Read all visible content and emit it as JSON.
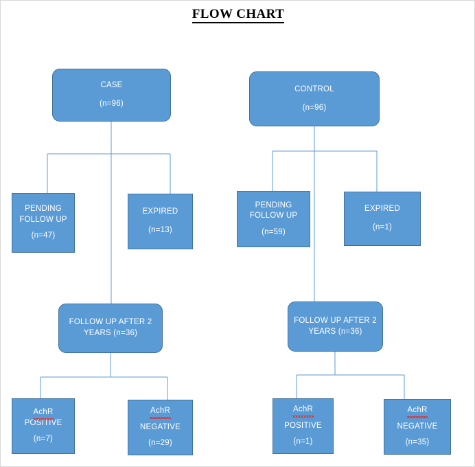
{
  "page": {
    "title": "FLOW CHART",
    "background_color": "#ffffff",
    "node_fill_color": "#5b9bd5",
    "node_border_color": "#41719c",
    "node_text_color": "#ffffff",
    "connector_color": "#5b9bd5",
    "spellcheck_underline_color": "#e03030"
  },
  "chart_data": {
    "type": "diagram",
    "title": "FLOW CHART",
    "nodes": [
      {
        "id": "case",
        "label": "CASE",
        "count_label": "(n=96)",
        "n": 96,
        "shape": "rounded-rect",
        "column": "left"
      },
      {
        "id": "case_pending",
        "label": "PENDING FOLLOW UP",
        "count_label": "(n=47)",
        "n": 47,
        "shape": "rect",
        "column": "left"
      },
      {
        "id": "case_expired",
        "label": "EXPIRED",
        "count_label": "(n=13)",
        "n": 13,
        "shape": "rect",
        "column": "left"
      },
      {
        "id": "case_followup",
        "label": "FOLLOW UP AFTER 2 YEARS (n=36)",
        "count_label": "",
        "n": 36,
        "shape": "rounded-rect",
        "column": "left"
      },
      {
        "id": "case_achr_pos",
        "label": "AchR POSITIVE",
        "count_label": "(n=7)",
        "n": 7,
        "shape": "rect",
        "column": "left"
      },
      {
        "id": "case_achr_neg",
        "label": "AchR NEGATIVE",
        "count_label": "(n=29)",
        "n": 29,
        "shape": "rect",
        "column": "left"
      },
      {
        "id": "control",
        "label": "CONTROL",
        "count_label": "(n=96)",
        "n": 96,
        "shape": "rounded-rect",
        "column": "right"
      },
      {
        "id": "ctrl_pending",
        "label": "PENDING FOLLOW UP",
        "count_label": "(n=59)",
        "n": 59,
        "shape": "rect",
        "column": "right"
      },
      {
        "id": "ctrl_expired",
        "label": "EXPIRED",
        "count_label": "(n=1)",
        "n": 1,
        "shape": "rect",
        "column": "right"
      },
      {
        "id": "ctrl_followup",
        "label": "FOLLOW UP AFTER 2 YEARS (n=36)",
        "count_label": "",
        "n": 36,
        "shape": "rounded-rect",
        "column": "right"
      },
      {
        "id": "ctrl_achr_pos",
        "label": "AchR POSITIVE",
        "count_label": "(n=1)",
        "n": 1,
        "shape": "rect",
        "column": "right"
      },
      {
        "id": "ctrl_achr_neg",
        "label": "AchR NEGATIVE",
        "count_label": "(n=35)",
        "n": 35,
        "shape": "rect",
        "column": "right"
      }
    ],
    "edges": [
      {
        "from": "case",
        "to": "case_pending"
      },
      {
        "from": "case",
        "to": "case_expired"
      },
      {
        "from": "case",
        "to": "case_followup"
      },
      {
        "from": "case_followup",
        "to": "case_achr_pos"
      },
      {
        "from": "case_followup",
        "to": "case_achr_neg"
      },
      {
        "from": "control",
        "to": "ctrl_pending"
      },
      {
        "from": "control",
        "to": "ctrl_expired"
      },
      {
        "from": "control",
        "to": "ctrl_followup"
      },
      {
        "from": "ctrl_followup",
        "to": "ctrl_achr_pos"
      },
      {
        "from": "ctrl_followup",
        "to": "ctrl_achr_neg"
      }
    ]
  },
  "left": {
    "root": {
      "line1": "CASE",
      "line2": "(n=96)"
    },
    "pending": {
      "line1": "PENDING",
      "line2": "FOLLOW UP",
      "line3": "(n=47)"
    },
    "expired": {
      "line1": "EXPIRED",
      "line2": "(n=13)"
    },
    "followup": {
      "line1": "FOLLOW UP AFTER 2",
      "line2": "YEARS (n=36)"
    },
    "achr_positive": {
      "line1": "AchR",
      "line2": "POSITIVE",
      "line3": "(n=7)"
    },
    "achr_negative": {
      "line1": "AchR",
      "line2": "NEGATIVE",
      "line3": "(n=29)"
    }
  },
  "right": {
    "root": {
      "line1": "CONTROL",
      "line2": "(n=96)"
    },
    "pending": {
      "line1": "PENDING",
      "line2": "FOLLOW UP",
      "line3": "(n=59)"
    },
    "expired": {
      "line1": "EXPIRED",
      "line2": "(n=1)"
    },
    "followup": {
      "line1": "FOLLOW UP AFTER 2",
      "line2": "YEARS (n=36)"
    },
    "achr_positive": {
      "line1": "AchR",
      "line2": "POSITIVE",
      "line3": "(n=1)"
    },
    "achr_negative": {
      "line1": "AchR",
      "line2": "NEGATIVE",
      "line3": "(n=35)"
    }
  }
}
